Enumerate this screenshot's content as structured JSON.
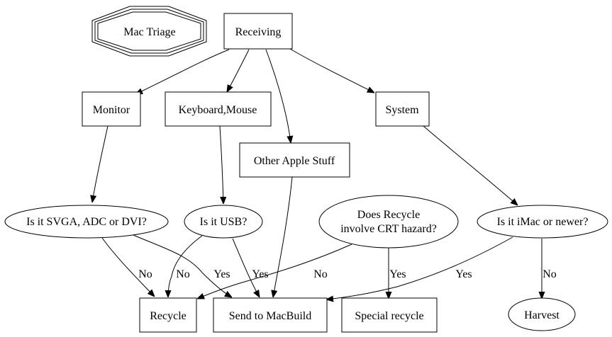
{
  "diagram": {
    "title_node": "Mac Triage",
    "nodes": {
      "receiving": "Receiving",
      "monitor": "Monitor",
      "keyboard_mouse": "Keyboard,Mouse",
      "other_apple": "Other Apple Stuff",
      "system": "System",
      "q_svga": "Is it SVGA, ADC or DVI?",
      "q_usb": "Is it USB?",
      "q_crt_line1": "Does Recycle",
      "q_crt_line2": "involve CRT hazard?",
      "q_imac": "Is it iMac or newer?",
      "recycle": "Recycle",
      "macbuild": "Send to MacBuild",
      "special": "Special recycle",
      "harvest": "Harvest"
    },
    "edge_labels": {
      "svga_no": "No",
      "svga_yes": "Yes",
      "usb_no": "No",
      "usb_yes": "Yes",
      "crt_no": "No",
      "crt_yes": "Yes",
      "imac_yes": "Yes",
      "imac_no": "No"
    },
    "edges": [
      {
        "from": "Receiving",
        "to": "Monitor"
      },
      {
        "from": "Receiving",
        "to": "Keyboard,Mouse"
      },
      {
        "from": "Receiving",
        "to": "Other Apple Stuff"
      },
      {
        "from": "Receiving",
        "to": "System"
      },
      {
        "from": "Monitor",
        "to": "Is it SVGA, ADC or DVI?"
      },
      {
        "from": "Keyboard,Mouse",
        "to": "Is it USB?"
      },
      {
        "from": "Other Apple Stuff",
        "to": "Send to MacBuild"
      },
      {
        "from": "System",
        "to": "Is it iMac or newer?"
      },
      {
        "from": "Is it SVGA, ADC or DVI?",
        "to": "Recycle",
        "label": "No"
      },
      {
        "from": "Is it SVGA, ADC or DVI?",
        "to": "Send to MacBuild",
        "label": "Yes"
      },
      {
        "from": "Is it USB?",
        "to": "Recycle",
        "label": "No"
      },
      {
        "from": "Is it USB?",
        "to": "Send to MacBuild",
        "label": "Yes"
      },
      {
        "from": "Does Recycle involve CRT hazard?",
        "to": "Recycle",
        "label": "No"
      },
      {
        "from": "Does Recycle involve CRT hazard?",
        "to": "Special recycle",
        "label": "Yes"
      },
      {
        "from": "Is it iMac or newer?",
        "to": "Send to MacBuild",
        "label": "Yes"
      },
      {
        "from": "Is it iMac or newer?",
        "to": "Harvest",
        "label": "No"
      }
    ]
  }
}
